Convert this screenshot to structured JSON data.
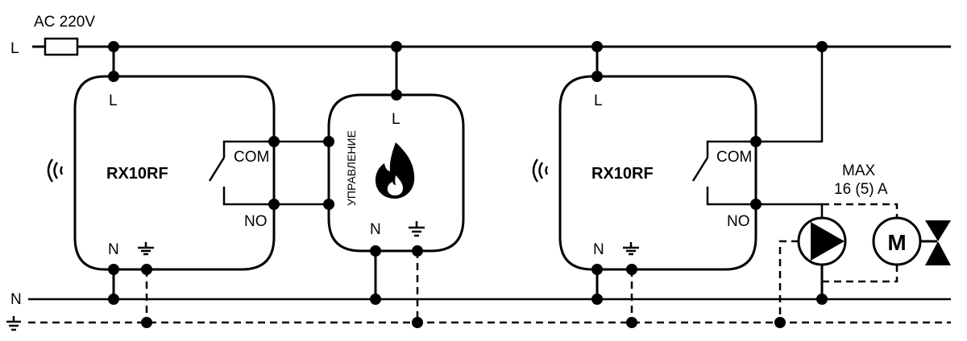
{
  "diagram": {
    "supply_label": "AC 220V",
    "bus_labels": {
      "line": "L",
      "neutral": "N",
      "earth_icon": "ground-icon"
    },
    "receivers": [
      {
        "name": "RX10RF",
        "terminals": {
          "line": "L",
          "neutral": "N",
          "common": "COM",
          "normally_open": "NO"
        },
        "icon": "wireless-signal-icon"
      },
      {
        "name": "RX10RF",
        "terminals": {
          "line": "L",
          "neutral": "N",
          "common": "COM",
          "normally_open": "NO"
        },
        "icon": "wireless-signal-icon"
      }
    ],
    "boiler": {
      "control_label": "УПРАВЛЕНИЕ",
      "terminals": {
        "line": "L",
        "neutral": "N"
      },
      "icon": "flame-icon"
    },
    "load": {
      "rating_line1": "MAX",
      "rating_line2": "16 (5) A",
      "pump_icon": "pump-icon",
      "motor_label": "M",
      "valve_icon": "valve-icon"
    }
  }
}
